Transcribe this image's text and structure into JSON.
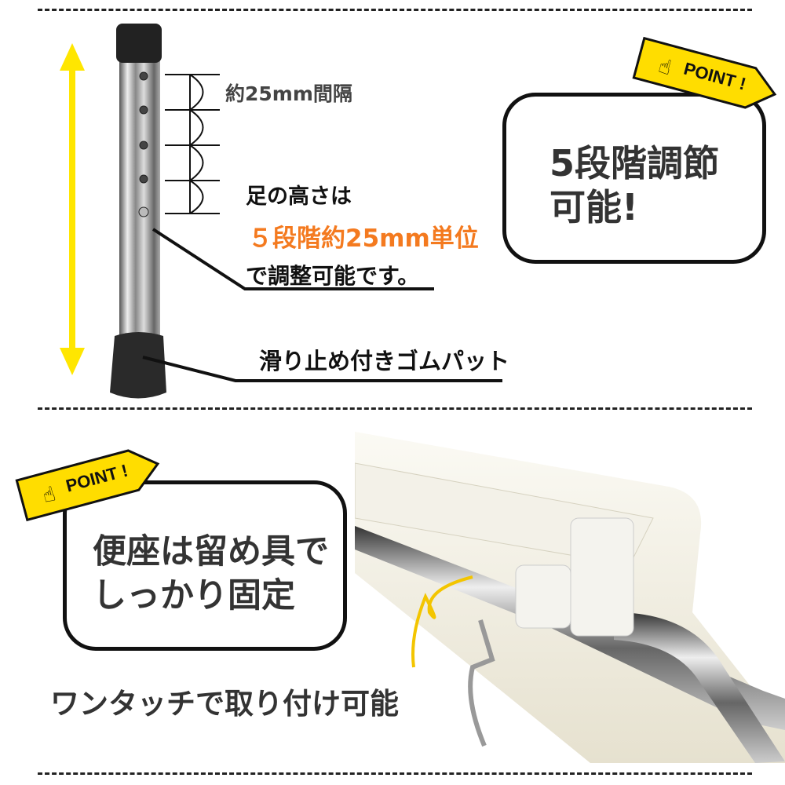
{
  "top_section": {
    "interval_label": "約25mm間隔",
    "height_line1": "足の高さは",
    "height_line2": "５段階約25mm単位",
    "height_line3": "で調整可能です。",
    "rubber_pad_label": "滑り止め付きゴムパット",
    "point_badge": "POINT !",
    "callout_line1": "5段階調節",
    "callout_line2": "可能!"
  },
  "bottom_section": {
    "point_badge": "POINT !",
    "callout_line1": "便座は留め具で",
    "callout_line2": "しっかり固定",
    "caption": "ワンタッチで取り付け可能"
  },
  "colors": {
    "accent_orange": "#f47a1f",
    "badge_yellow": "#ffdd00",
    "arrow_yellow": "#ffe600",
    "text_dark": "#333333"
  }
}
